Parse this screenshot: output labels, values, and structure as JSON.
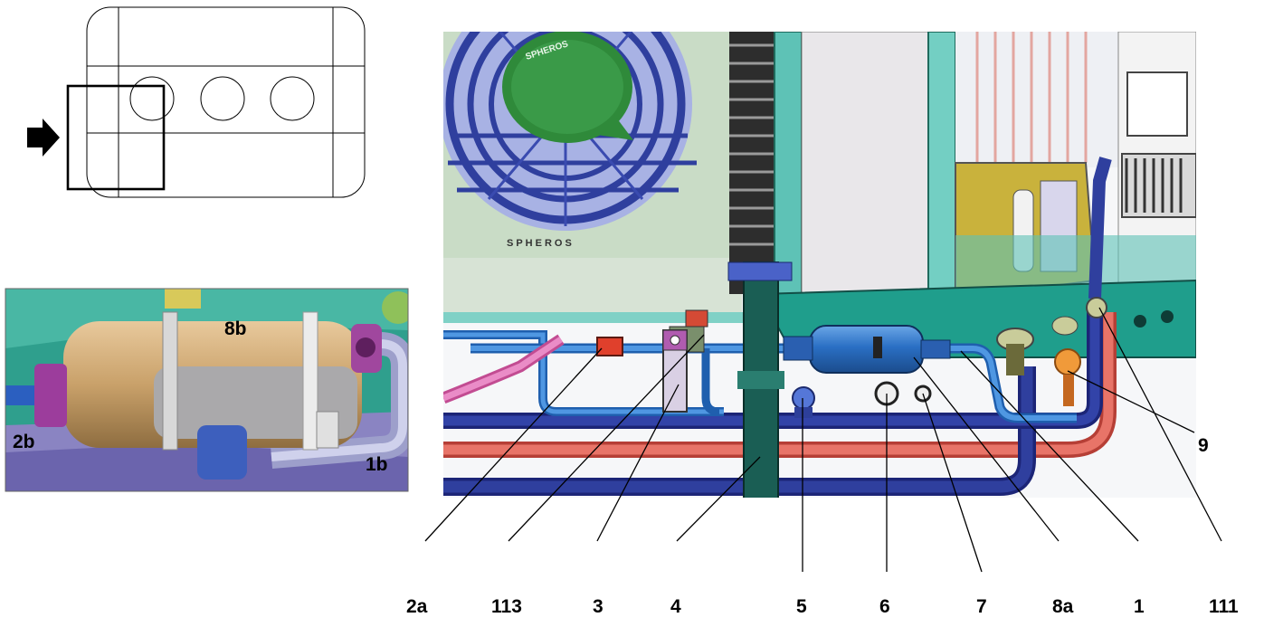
{
  "insert_labels": {
    "top": "8b",
    "left": "2b",
    "right": "1b"
  },
  "callouts": [
    {
      "id": "2a",
      "text": "2a"
    },
    {
      "id": "113",
      "text": "113"
    },
    {
      "id": "3",
      "text": "3"
    },
    {
      "id": "4",
      "text": "4"
    },
    {
      "id": "5",
      "text": "5"
    },
    {
      "id": "6",
      "text": "6"
    },
    {
      "id": "7",
      "text": "7"
    },
    {
      "id": "8a",
      "text": "8a"
    },
    {
      "id": "1",
      "text": "1"
    },
    {
      "id": "111",
      "text": "111"
    },
    {
      "id": "9",
      "text": "9"
    }
  ],
  "brand": "SPHEROS",
  "colors": {
    "suction_pipe": "#2f3f9e",
    "liquid_pipe": "#3a7fd0",
    "hot_pipe": "#e87468",
    "fan_hub": "#2f8a3a",
    "frame": "#1f6b5e",
    "condenser": "#c9dcc6",
    "drier": "#2a6fc4",
    "panel": "#e9e7ea"
  },
  "icons": [
    "arrow-right-icon"
  ]
}
